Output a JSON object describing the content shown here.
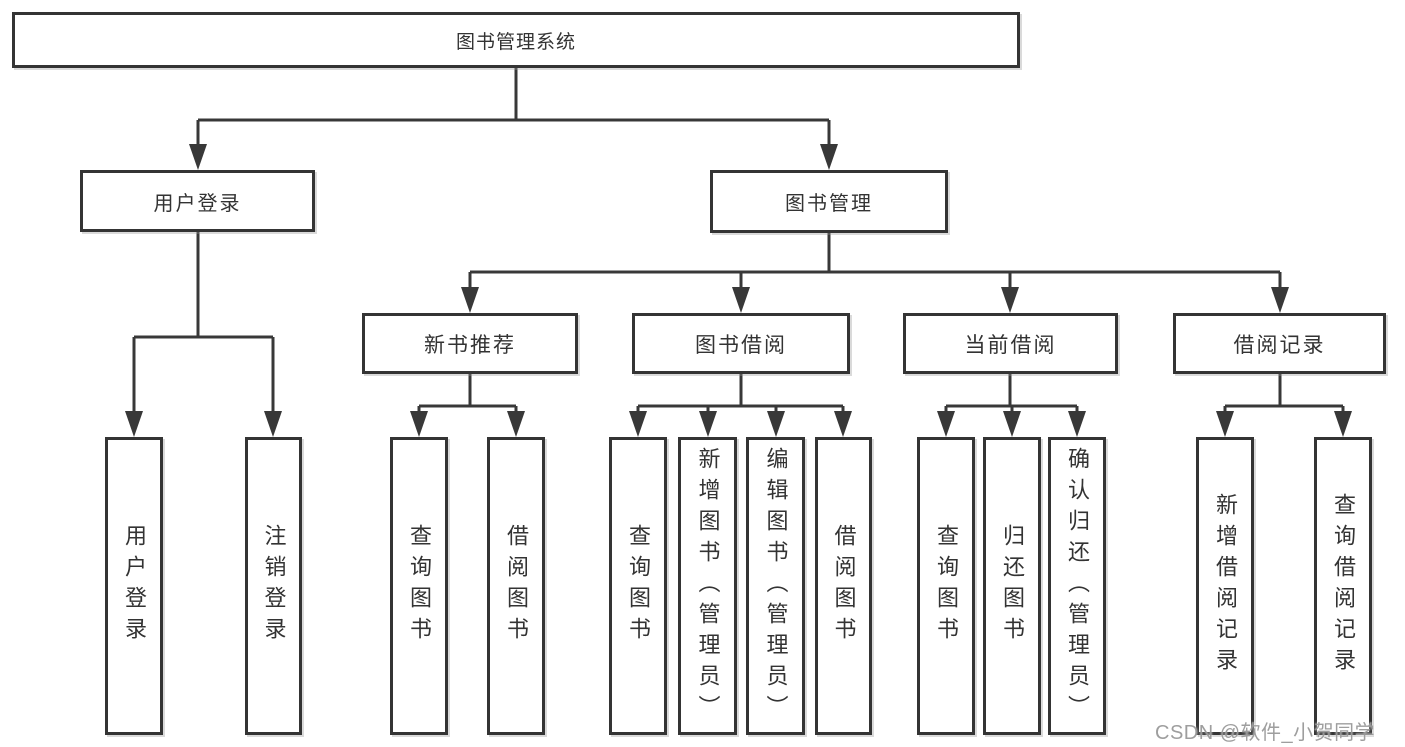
{
  "diagram": {
    "root": {
      "label": "图书管理系统"
    },
    "level1": [
      {
        "label": "用户登录"
      },
      {
        "label": "图书管理"
      }
    ],
    "level2": [
      {
        "label": "新书推荐"
      },
      {
        "label": "图书借阅"
      },
      {
        "label": "当前借阅"
      },
      {
        "label": "借阅记录"
      }
    ],
    "leaves": {
      "user_login": [
        {
          "label": "用户登录"
        },
        {
          "label": "注销登录"
        }
      ],
      "new_book": [
        {
          "label": "查询图书"
        },
        {
          "label": "借阅图书"
        }
      ],
      "book_borrow": [
        {
          "label": "查询图书"
        },
        {
          "label": "新增图书（管理员）"
        },
        {
          "label": "编辑图书（管理员）"
        },
        {
          "label": "借阅图书"
        }
      ],
      "current_borrow": [
        {
          "label": "查询图书"
        },
        {
          "label": "归还图书"
        },
        {
          "label": "确认归还（管理员）"
        }
      ],
      "borrow_records": [
        {
          "label": "新增借阅记录"
        },
        {
          "label": "查询借阅记录"
        }
      ]
    }
  },
  "watermark": {
    "text": "CSDN @软件_小贺同学"
  },
  "colors": {
    "line": "#383838",
    "border": "#343434",
    "text": "#333333",
    "background": "#ffffff",
    "watermark": "#969696"
  }
}
